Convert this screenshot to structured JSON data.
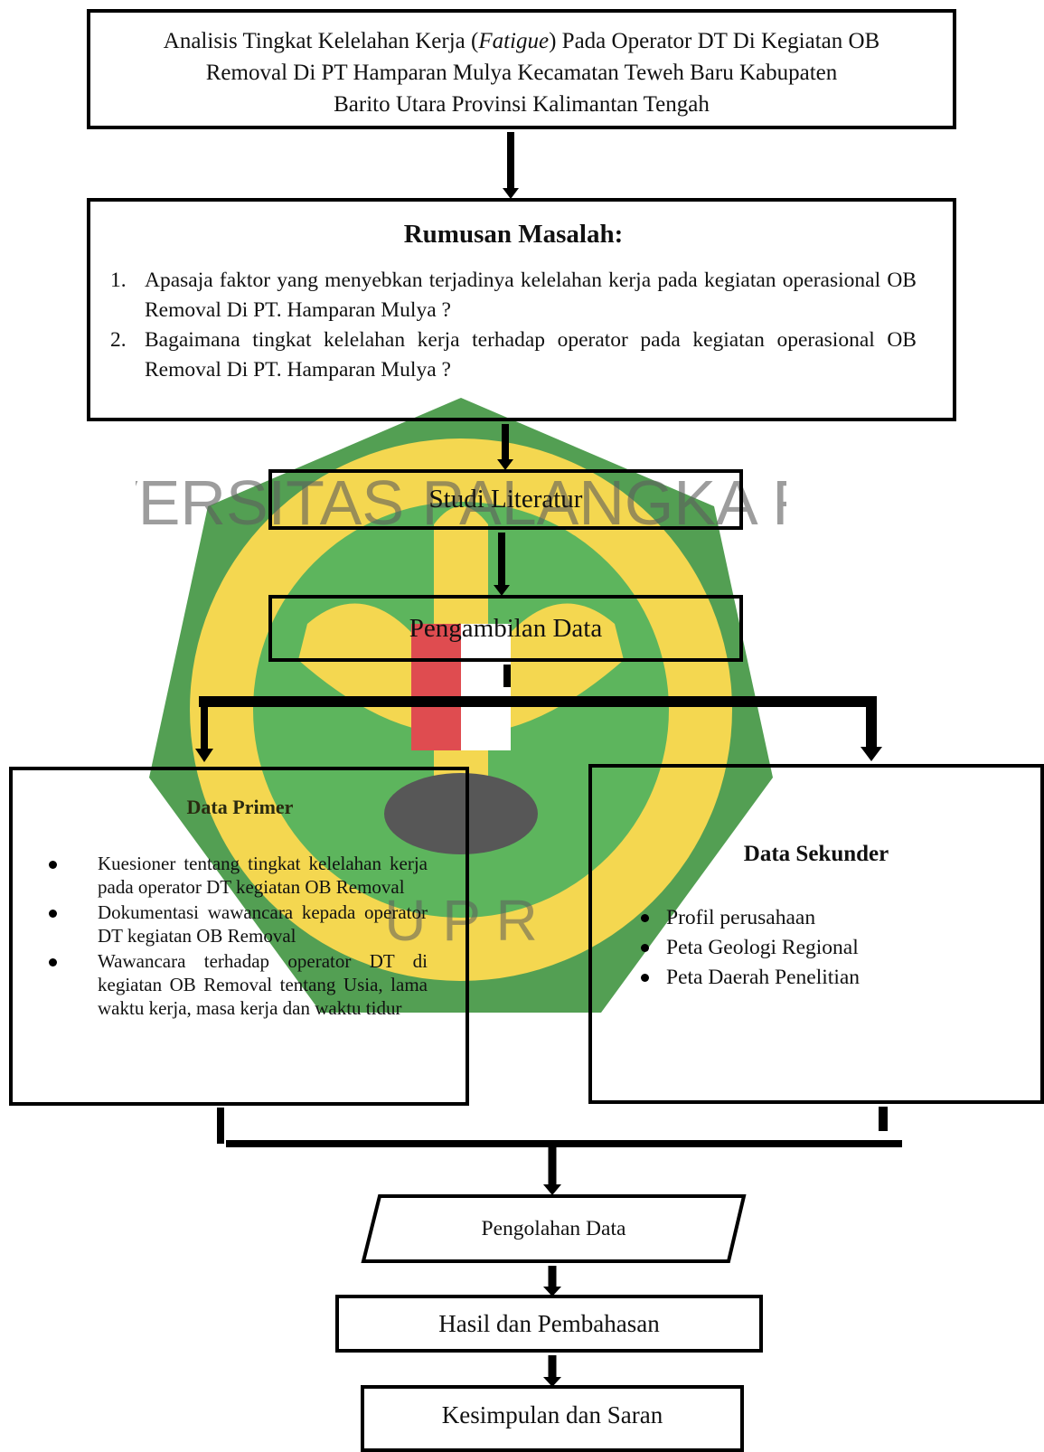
{
  "title_box": {
    "line1_pre": "Analisis Tingkat Kelelahan Kerja (",
    "line1_italic": "Fatigue",
    "line1_post": ") Pada Operator DT Di Kegiatan OB",
    "line2": "Removal Di PT Hamparan Mulya Kecamatan Teweh Baru Kabupaten",
    "line3": "Barito Utara Provinsi Kalimantan Tengah"
  },
  "rumusan": {
    "heading": "Rumusan Masalah:",
    "items": [
      {
        "num": "1.",
        "text": "Apasaja faktor yang menyebkan terjadinya kelelahan kerja pada kegiatan operasional OB Removal Di PT. Hamparan Mulya ?"
      },
      {
        "num": "2.",
        "text": "Bagaimana tingkat kelelahan kerja terhadap operator pada kegiatan operasional OB Removal Di PT. Hamparan Mulya ?"
      }
    ]
  },
  "studi_literatur": "Studi Literatur",
  "pengambilan_data": "Pengambilan Data",
  "data_primer": {
    "heading": "Data Primer",
    "items": [
      "Kuesioner tentang tingkat kelelahan kerja pada operator DT kegiatan OB Removal",
      "Dokumentasi wawancara kepada operator DT kegiatan OB Removal",
      "Wawancara terhadap operator DT di kegiatan OB Removal tentang Usia, lama waktu kerja, masa kerja dan waktu tidur"
    ]
  },
  "data_sekunder": {
    "heading": "Data Sekunder",
    "items": [
      "Profil perusahaan",
      "Peta Geologi Regional",
      "Peta Daerah Penelitian"
    ]
  },
  "pengolahan_data": "Pengolahan Data",
  "hasil_pembahasan": "Hasil dan Pembahasan",
  "kesimpulan_saran": "Kesimpulan dan Saran",
  "watermark": {
    "ring_text_top": "UNIVERSITAS PALANGKA RAYA",
    "ring_text_bottom": "U P R",
    "colors": {
      "outer": "#2e8b2e",
      "inner": "#f2cf2a",
      "red": "#d9252a"
    }
  }
}
